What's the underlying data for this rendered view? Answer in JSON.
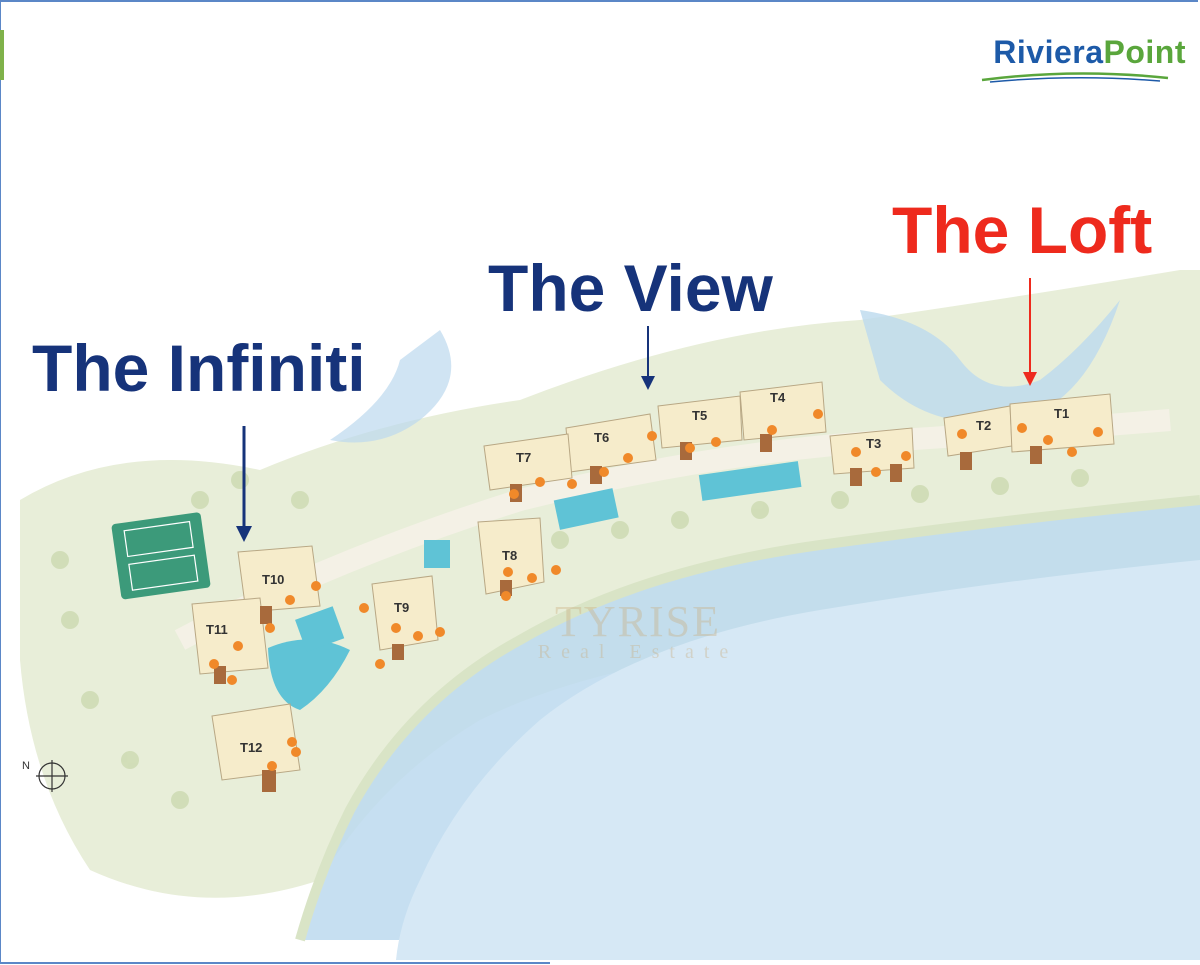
{
  "logo": {
    "part1": "Riviera",
    "part2": "Point"
  },
  "zones": {
    "infiniti": {
      "name": "The Infiniti",
      "color": "#16337a"
    },
    "view": {
      "name": "The View",
      "color": "#16337a"
    },
    "loft": {
      "name": "The Loft",
      "color": "#ee2a1d"
    }
  },
  "towers": [
    "T1",
    "T2",
    "T3",
    "T4",
    "T5",
    "T6",
    "T7",
    "T8",
    "T9",
    "T10",
    "T11",
    "T12"
  ],
  "compass": {
    "label": "N"
  },
  "watermark": {
    "line1": "TYRISE",
    "line2": "Real Estate"
  },
  "colors": {
    "water": "#bcd9ee",
    "land": "#e8eed9",
    "building": "#f6eccb",
    "pool": "#5fc3d6",
    "court": "#3c9a7a",
    "unit_marker": "#f0892a"
  }
}
